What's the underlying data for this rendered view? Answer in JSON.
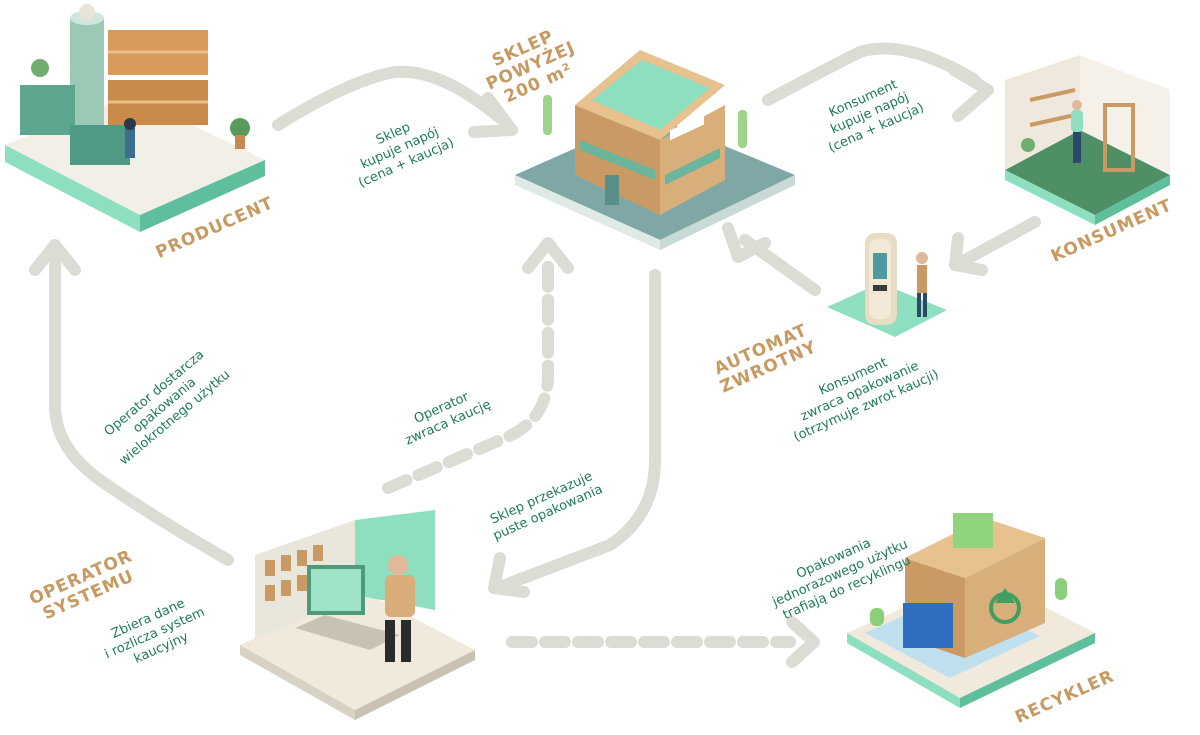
{
  "colors": {
    "title": "#c89a63",
    "caption": "#1f7a5c",
    "arrow": "#dcdcd5",
    "mint": "#8ddfc0",
    "teal": "#3e8f80",
    "wood": "#c99a63",
    "blue": "#2f6fbf"
  },
  "nodes": {
    "producer": {
      "title": "PRODUCENT",
      "icon": "factory-illustration"
    },
    "store": {
      "title": "SKLEP\nPOWYŻEJ\n200 m²",
      "icon": "store-illustration"
    },
    "consumer": {
      "title": "KONSUMENT",
      "icon": "living-room-illustration"
    },
    "machine": {
      "title": "AUTOMAT\nZWROTNY",
      "icon": "reverse-vending-machine-illustration"
    },
    "operator": {
      "title": "OPERATOR\nSYSTEMU",
      "icon": "operator-desk-illustration"
    },
    "recycler": {
      "title": "RECYKLER",
      "icon": "recycling-plant-illustration"
    }
  },
  "captions": {
    "store_buys": "Sklep\nkupuje napój\n(cena + kaucja)",
    "consumer_buys": "Konsument\nkupuje napój\n(cena + kaucja)",
    "consumer_returns": "Konsument\nzwraca opakowanie\n(otrzymuje zwrot kaucji)",
    "operator_delivers": "Operator dostarcza\nopakowania\nwielokrotnego użytku",
    "operator_refunds": "Operator\nzwraca kaucję",
    "store_passes": "Sklep przekazuje\npuste opakowania",
    "operator_desc": "Zbiera dane\ni rozlicza system\nkaucyjny",
    "single_use": "Opakowania\njednorazowego użytku\ntrafiają do recyklingu"
  }
}
